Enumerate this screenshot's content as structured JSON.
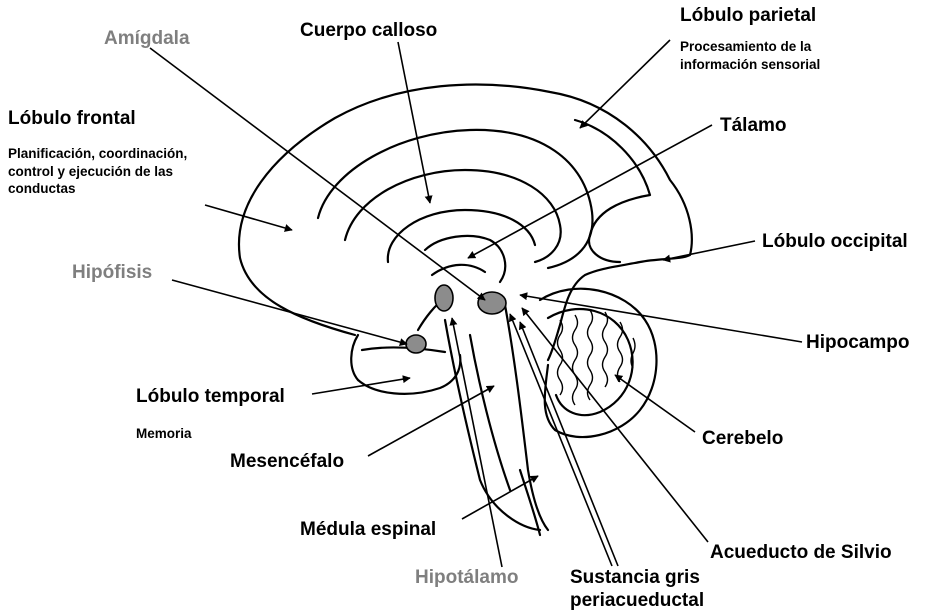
{
  "labels": {
    "amigdala": "Amígdala",
    "cuerpo_calloso": "Cuerpo calloso",
    "lobulo_parietal": "Lóbulo parietal",
    "lobulo_parietal_desc": [
      "Procesamiento de la",
      "información sensorial"
    ],
    "lobulo_frontal": "Lóbulo frontal",
    "lobulo_frontal_desc": [
      "Planificación, coordinación,",
      "control y ejecución de las",
      "conductas"
    ],
    "talamo": "Tálamo",
    "lobulo_occipital": "Lóbulo occipital",
    "hipofisis": "Hipófisis",
    "hipocampo": "Hipocampo",
    "lobulo_temporal": "Lóbulo temporal",
    "lobulo_temporal_desc": "Memoria",
    "cerebelo": "Cerebelo",
    "mesencefalo": "Mesencéfalo",
    "medula_espinal": "Médula espinal",
    "acueducto_silvio": "Acueducto de Silvio",
    "hipotalamo": "Hipotálamo",
    "sustancia_gris": [
      "Sustancia gris",
      "periacueductal"
    ]
  },
  "colors": {
    "label_default": "#000000",
    "label_highlight": "#7f7f7f",
    "structure_fill": "#8c8c8c",
    "outline": "#000000"
  }
}
